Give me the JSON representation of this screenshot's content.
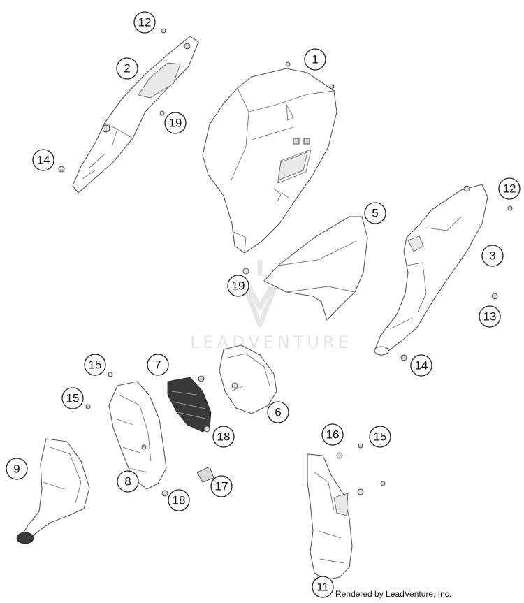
{
  "diagram": {
    "callouts": [
      {
        "id": "c12a",
        "label": "12"
      },
      {
        "id": "c2",
        "label": "2"
      },
      {
        "id": "c19a",
        "label": "19"
      },
      {
        "id": "c14a",
        "label": "14"
      },
      {
        "id": "c1",
        "label": "1"
      },
      {
        "id": "c12b",
        "label": "12"
      },
      {
        "id": "c5",
        "label": "5"
      },
      {
        "id": "c3",
        "label": "3"
      },
      {
        "id": "c19b",
        "label": "19"
      },
      {
        "id": "c13",
        "label": "13"
      },
      {
        "id": "c14b",
        "label": "14"
      },
      {
        "id": "c15a",
        "label": "15"
      },
      {
        "id": "c7",
        "label": "7"
      },
      {
        "id": "c15b",
        "label": "15"
      },
      {
        "id": "c6",
        "label": "6"
      },
      {
        "id": "c18a",
        "label": "18"
      },
      {
        "id": "c9",
        "label": "9"
      },
      {
        "id": "c8",
        "label": "8"
      },
      {
        "id": "c17",
        "label": "17"
      },
      {
        "id": "c18b",
        "label": "18"
      },
      {
        "id": "c16",
        "label": "16"
      },
      {
        "id": "c15c",
        "label": "15"
      },
      {
        "id": "c11",
        "label": "11"
      }
    ]
  },
  "watermark": {
    "text": "LEADVENTURE"
  },
  "footer": {
    "credit": "Rendered by LeadVenture, Inc."
  }
}
